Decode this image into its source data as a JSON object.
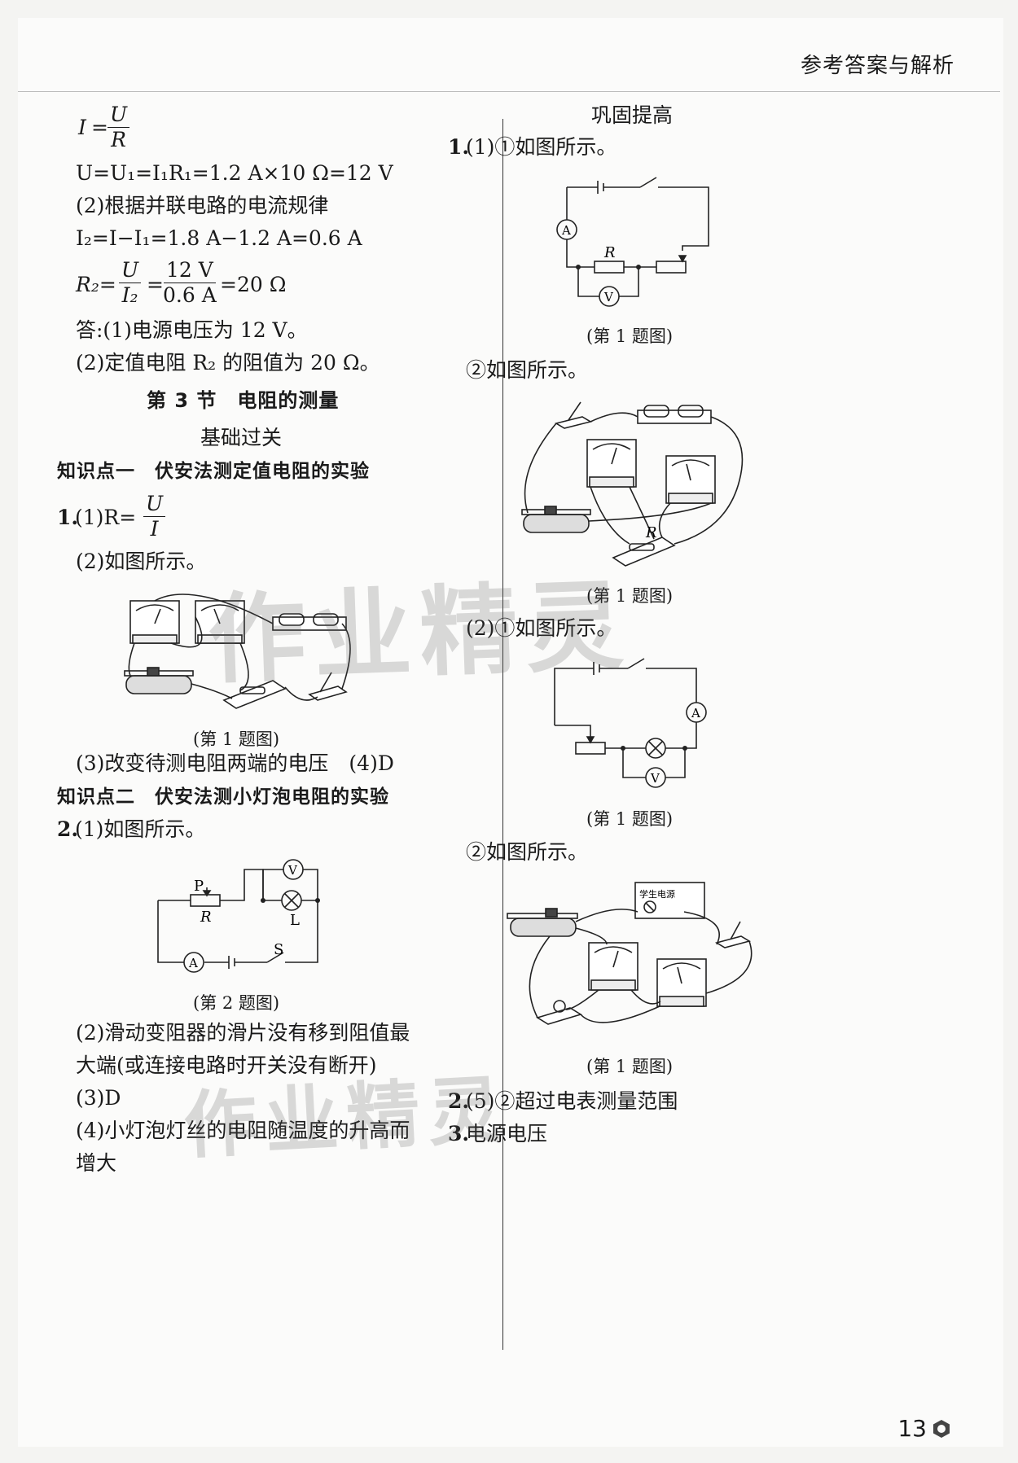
{
  "header": {
    "title": "参考答案与解析"
  },
  "left": {
    "formula1": {
      "lhs": "I",
      "num": "U",
      "den": "R"
    },
    "line_u": "U=U₁=I₁R₁=1.2 A×10 Ω=12 V",
    "line_2": "(2)根据并联电路的电流规律",
    "line_i2": "I₂=I−I₁=1.8 A−1.2 A=0.6 A",
    "formula2": {
      "lhs": "R₂=",
      "num1": "U",
      "den1": "I₂",
      "num2": "12 V",
      "den2": "0.6 A",
      "result": "=20 Ω"
    },
    "answer1": "答:(1)电源电压为 12 V。",
    "answer2": "(2)定值电阻 R₂ 的阻值为 20 Ω。",
    "section_title": "第 3 节　电阻的测量",
    "subsection": "基础过关",
    "kp1": "知识点一　伏安法测定值电阻的实验",
    "q1_1": {
      "prefix": "1.",
      "text": "(1)R=",
      "num": "U",
      "den": "I"
    },
    "q1_2": "(2)如图所示。",
    "cap1": "(第 1 题图)",
    "q1_3": "(3)改变待测电阻两端的电压　(4)D",
    "kp2": "知识点二　伏安法测小灯泡电阻的实验",
    "q2_1": {
      "prefix": "2.",
      "text": "(1)如图所示。"
    },
    "cap2": "(第 2 题图)",
    "q2_2a": "(2)滑动变阻器的滑片没有移到阻值最",
    "q2_2b": "大端(或连接电路时开关没有断开)",
    "q2_3": "(3)D",
    "q2_4a": "(4)小灯泡灯丝的电阻随温度的升高而",
    "q2_4b": "增大",
    "fig2_labels": {
      "p": "P",
      "r": "R",
      "l": "L",
      "s": "S",
      "a": "A",
      "v": "V"
    }
  },
  "right": {
    "subsection": "巩固提高",
    "r1_1": {
      "prefix": "1.",
      "text": "(1)①如图所示。"
    },
    "cap_a": "(第 1 题图)",
    "r1_2": "②如图所示。",
    "cap_b": "(第 1 题图)",
    "r2_1": "(2)①如图所示。",
    "cap_c": "(第 1 题图)",
    "r2_2": "②如图所示。",
    "cap_d": "(第 1 题图)",
    "r_q2": {
      "prefix": "2.",
      "text": "(5)②超过电表测量范围"
    },
    "r_q3": {
      "prefix": "3.",
      "text": "电源电压"
    },
    "fig_labels": {
      "a": "A",
      "v": "V",
      "r": "R"
    },
    "power_label": "学生电源"
  },
  "watermark": {
    "text": "作业精灵"
  },
  "page_number": "13"
}
